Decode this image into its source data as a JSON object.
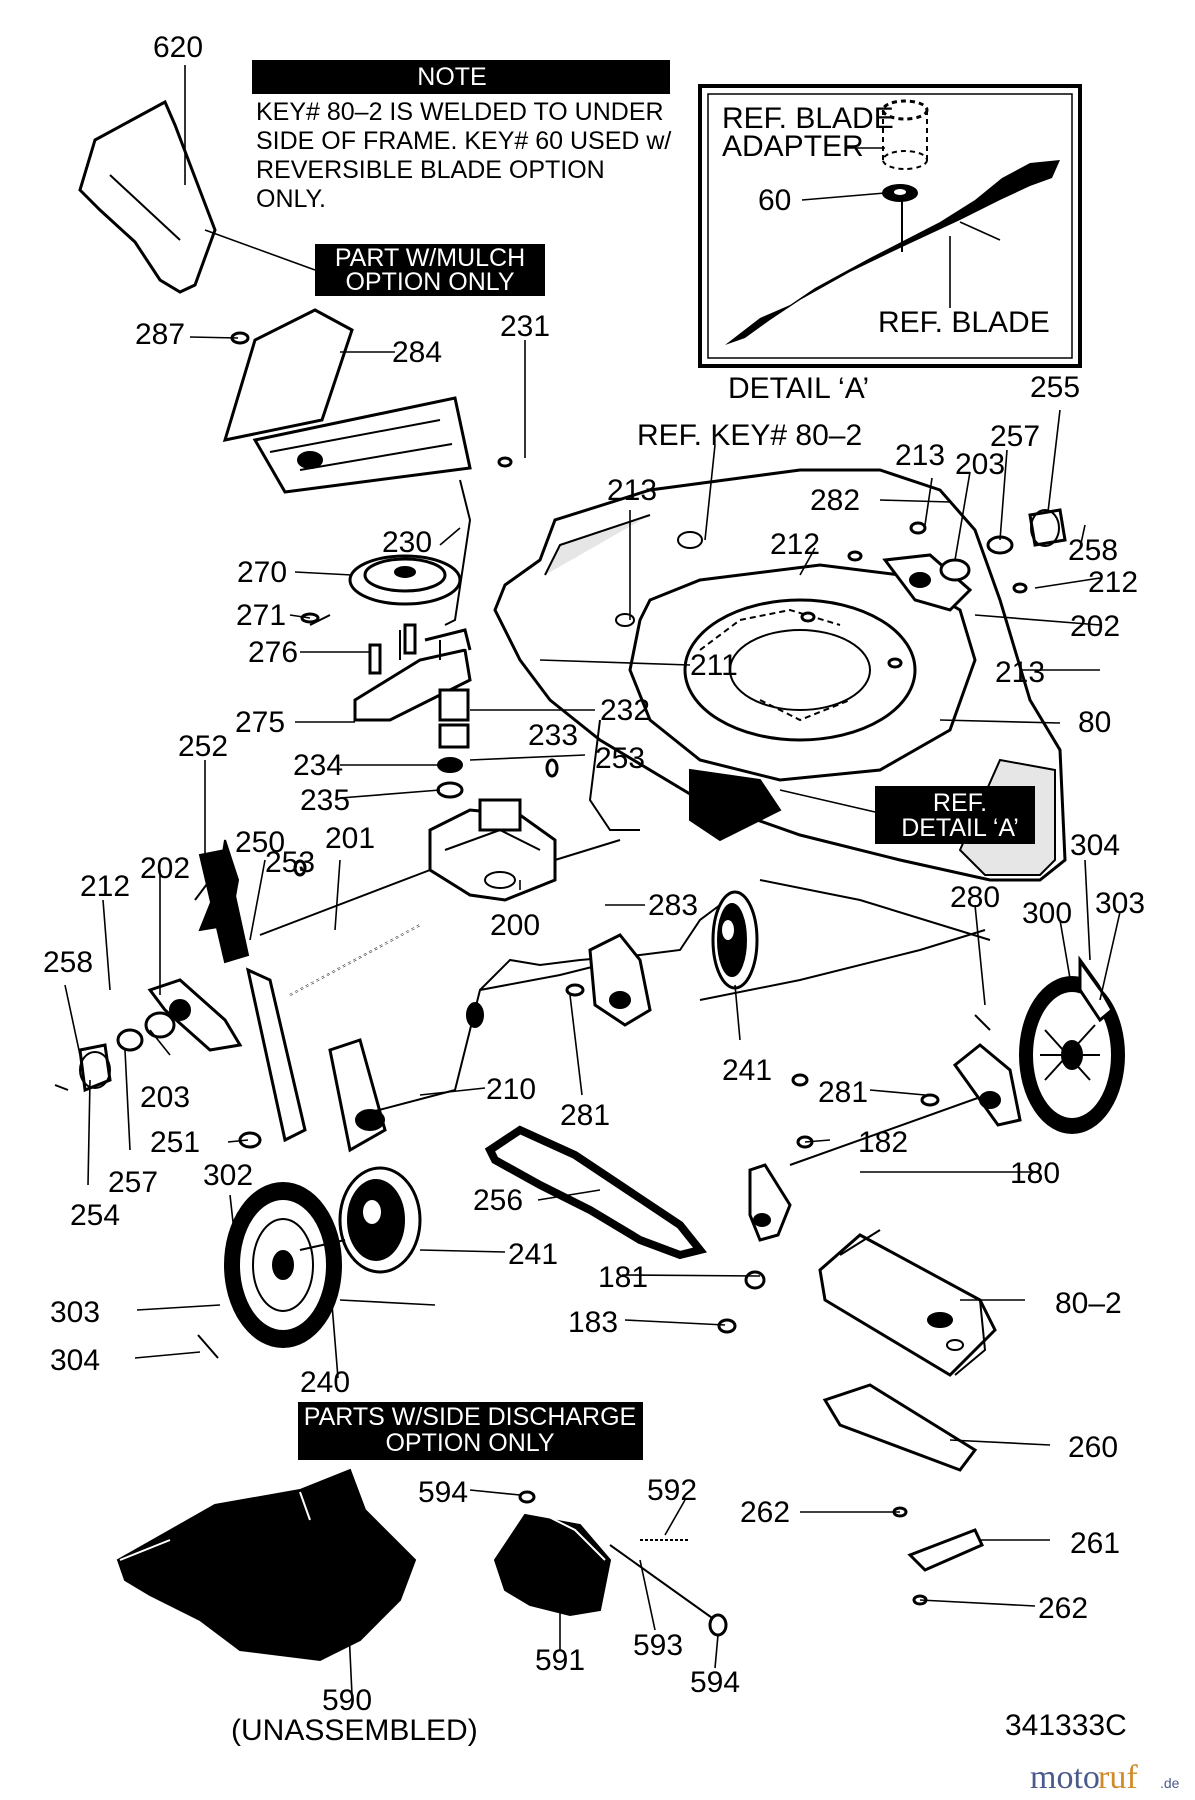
{
  "note": {
    "header": "NOTE",
    "lines": [
      "KEY# 80–2 IS WELDED TO UNDER",
      "SIDE OF FRAME. KEY# 60 USED w/",
      "REVERSIBLE BLADE OPTION",
      "ONLY."
    ]
  },
  "callouts": {
    "mulch": [
      "PART W/MULCH",
      "OPTION ONLY"
    ],
    "ref_detail": [
      "REF.",
      "DETAIL ‘A’"
    ],
    "side_discharge": [
      "PARTS W/SIDE DISCHARGE",
      "OPTION ONLY"
    ]
  },
  "detail_a": {
    "title": "DETAIL ‘A’",
    "blade_adapter": [
      "REF. BLADE",
      "ADAPTER"
    ],
    "key": "60",
    "blade": "REF. BLADE"
  },
  "ref_key": "REF. KEY# 80–2",
  "unassembled": "(UNASSEMBLED)",
  "drawing_number": "341333C",
  "watermark": {
    "brand": "moto",
    "brand2": "ruf",
    "tld": ".de"
  },
  "part_labels": [
    "620",
    "287",
    "284",
    "231",
    "230",
    "270",
    "271",
    "276",
    "275",
    "252",
    "234",
    "235",
    "250",
    "253",
    "201",
    "212",
    "202",
    "258",
    "203",
    "257",
    "254",
    "251",
    "302",
    "303",
    "304",
    "240",
    "241",
    "210",
    "281",
    "256",
    "181",
    "183",
    "180",
    "182",
    "281",
    "300",
    "303",
    "304",
    "280",
    "213",
    "255",
    "257",
    "203",
    "213",
    "282",
    "212",
    "258",
    "212",
    "202",
    "213",
    "211",
    "232",
    "233",
    "253",
    "200",
    "283",
    "241",
    "80",
    "80–2",
    "260",
    "262",
    "261",
    "262",
    "590",
    "591",
    "592",
    "593",
    "594",
    "594"
  ]
}
